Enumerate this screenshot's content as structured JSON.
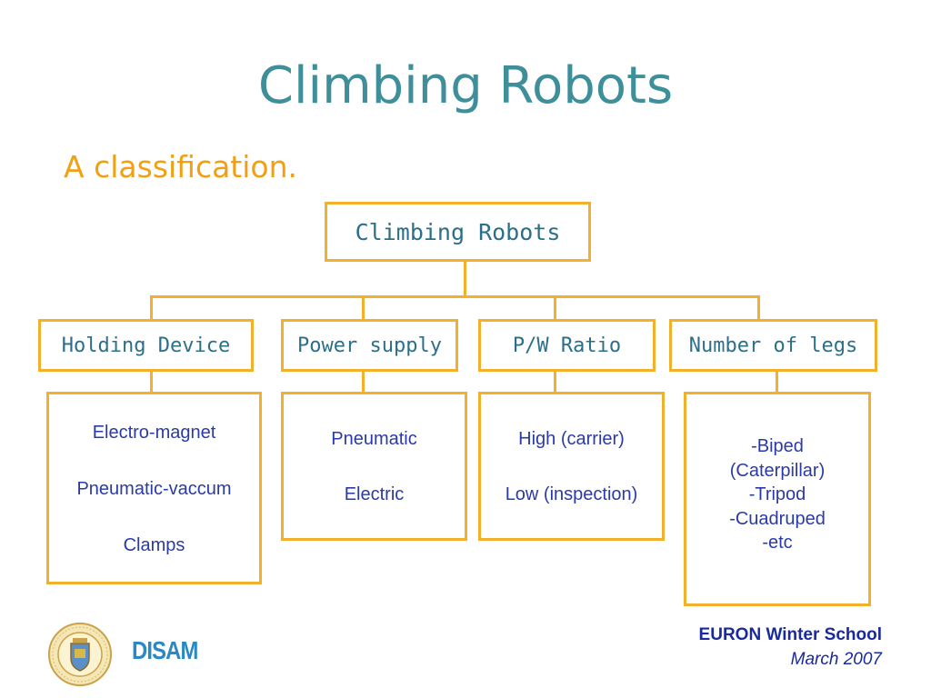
{
  "slide": {
    "title": "Climbing Robots",
    "subtitle": "A classification."
  },
  "diagram": {
    "root": "Climbing Robots",
    "categories": [
      {
        "label": "Holding Device",
        "items": [
          "Electro-magnet",
          "Pneumatic-vaccum",
          "Clamps"
        ]
      },
      {
        "label": "Power supply",
        "items": [
          "Pneumatic",
          "Electric"
        ]
      },
      {
        "label": "P/W Ratio",
        "items": [
          "High (carrier)",
          "Low (inspection)"
        ]
      },
      {
        "label": "Number of legs",
        "items": [
          "-Biped",
          "(Caterpillar)",
          "-Tripod",
          "-Cuadruped",
          "-etc"
        ]
      }
    ]
  },
  "footer": {
    "logo_text": "DISAM",
    "event": "EURON Winter School",
    "date": "March 2007"
  },
  "colors": {
    "title": "#3f8f9b",
    "subtitle": "#f2a012",
    "box_border": "#f3b02a",
    "header_text": "#2b6f8a",
    "item_text": "#2a3aa8",
    "footer_text": "#1a2a9a",
    "disam": "#2a89c4"
  },
  "icons": {
    "university_seal": "seal-icon"
  }
}
